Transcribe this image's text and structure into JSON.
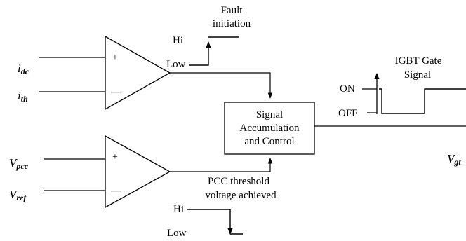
{
  "inputs": {
    "idc": {
      "base": "i",
      "sub": "dc"
    },
    "ith": {
      "base": "i",
      "sub": "th"
    },
    "vpcc": {
      "base": "V",
      "sub": "pcc"
    },
    "vref": {
      "base": "V",
      "sub": "ref"
    }
  },
  "output": {
    "base": "V",
    "sub": "gt"
  },
  "comparator_signs": {
    "plus": "+",
    "minus": "—"
  },
  "fault_label": {
    "line1": "Fault",
    "line2": "initiation"
  },
  "pcc_label": {
    "line1": "PCC threshold",
    "line2": "voltage achieved"
  },
  "levels": {
    "hi": "Hi",
    "low": "Low"
  },
  "block": {
    "line1": "Signal",
    "line2": "Accumulation",
    "line3": "and Control"
  },
  "gate_signal": {
    "title1": "IGBT Gate",
    "title2": "Signal",
    "on": "ON",
    "off": "OFF"
  }
}
